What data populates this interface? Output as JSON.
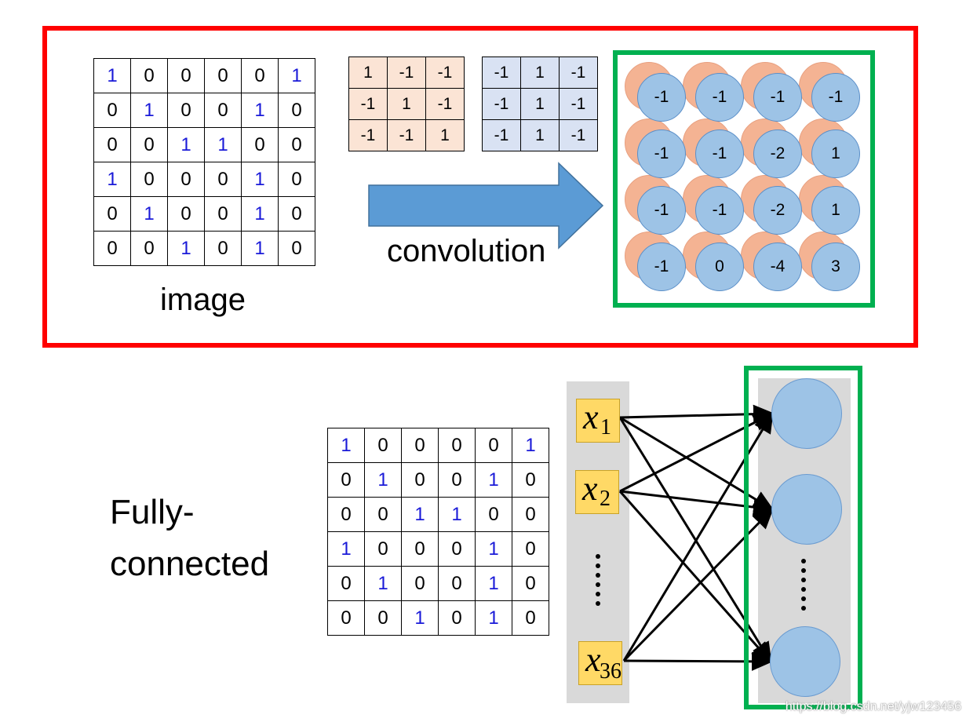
{
  "conv_section": {
    "image_matrix": [
      [
        1,
        0,
        0,
        0,
        0,
        1
      ],
      [
        0,
        1,
        0,
        0,
        1,
        0
      ],
      [
        0,
        0,
        1,
        1,
        0,
        0
      ],
      [
        1,
        0,
        0,
        0,
        1,
        0
      ],
      [
        0,
        1,
        0,
        0,
        1,
        0
      ],
      [
        0,
        0,
        1,
        0,
        1,
        0
      ]
    ],
    "image_caption": "image",
    "filter1": [
      [
        1,
        -1,
        -1
      ],
      [
        -1,
        1,
        -1
      ],
      [
        -1,
        -1,
        1
      ]
    ],
    "filter2": [
      [
        -1,
        1,
        -1
      ],
      [
        -1,
        1,
        -1
      ],
      [
        -1,
        1,
        -1
      ]
    ],
    "arrow_caption": "convolution",
    "feature_map_values": [
      [
        -1,
        -1,
        -1,
        -1
      ],
      [
        -1,
        -1,
        -2,
        1
      ],
      [
        -1,
        -1,
        -2,
        1
      ],
      [
        -1,
        0,
        -4,
        3
      ]
    ],
    "colors": {
      "frame": "#ff0000",
      "highlight": "#00b050",
      "arrow": "#5b9bd5",
      "filter1_bg": "#fbe4d5",
      "filter2_bg": "#d9e2f3"
    }
  },
  "fc_section": {
    "title_line1": "Fully-",
    "title_line2": "connected",
    "image_matrix": [
      [
        1,
        0,
        0,
        0,
        0,
        1
      ],
      [
        0,
        1,
        0,
        0,
        1,
        0
      ],
      [
        0,
        0,
        1,
        1,
        0,
        0
      ],
      [
        1,
        0,
        0,
        0,
        1,
        0
      ],
      [
        0,
        1,
        0,
        0,
        1,
        0
      ],
      [
        0,
        0,
        1,
        0,
        1,
        0
      ]
    ],
    "inputs": [
      {
        "var": "x",
        "sub": "1"
      },
      {
        "var": "x",
        "sub": "2"
      },
      {
        "var": "x",
        "sub": "36"
      }
    ],
    "ellipsis": "……"
  },
  "watermark": "https://blog.csdn.net/yjw123456"
}
